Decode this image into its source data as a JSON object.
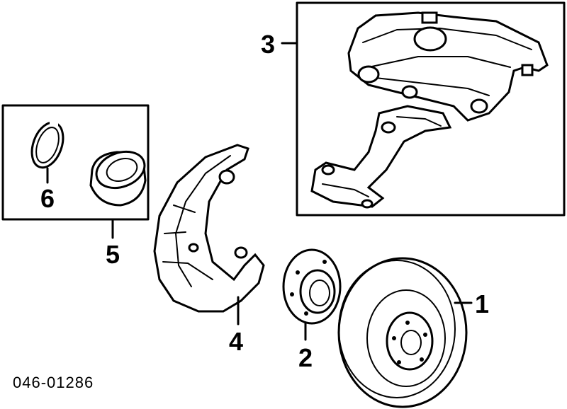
{
  "callouts": {
    "rotor": "1",
    "hub": "2",
    "caliper": "3",
    "splash_shield": "4",
    "bearing_kit": "5",
    "snap_ring": "6"
  },
  "diagram_code": "046-01286"
}
